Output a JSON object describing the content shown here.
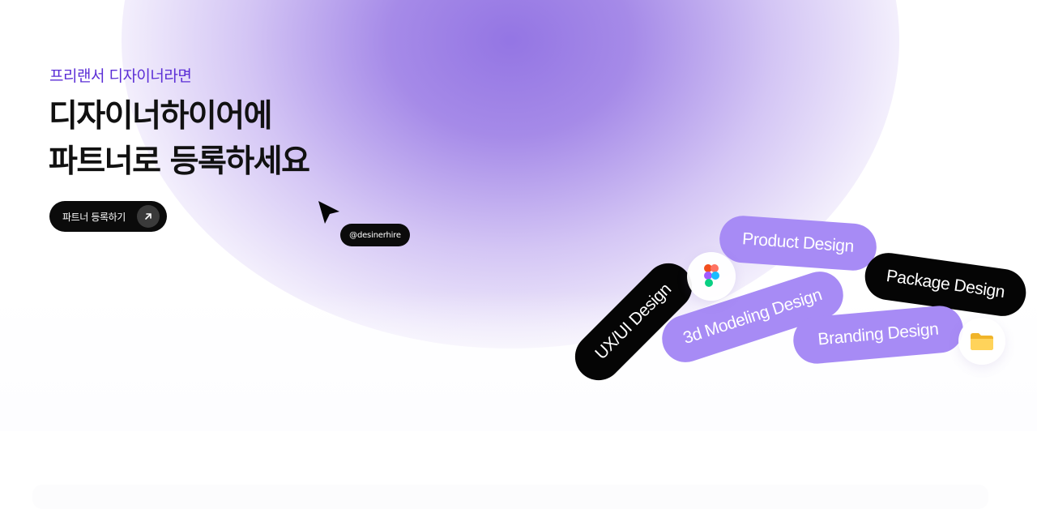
{
  "hero": {
    "eyebrow": "프리랜서 디자이너라면",
    "headline_line1": "디자이너하이어에",
    "headline_line2": "파트너로 등록하세요",
    "cta_label": "파트너 등록하기",
    "cta_icon": "arrow-up-right-icon",
    "cursor_icon": "mouse-pointer-icon",
    "handle": "@desinerhire"
  },
  "tags": {
    "product": "Product Design",
    "package": "Package Design",
    "ux": "UX/UI Design",
    "modeling": "3d Modeling Design",
    "branding": "Branding Design"
  },
  "icons": {
    "figma": "figma-icon",
    "folder": "folder-icon"
  },
  "colors": {
    "accent": "#5b2ed6",
    "glow": "#9b7be6",
    "tag_purple": "#a78bf5",
    "tag_dark": "#050505",
    "button": "#0b0b0b"
  }
}
